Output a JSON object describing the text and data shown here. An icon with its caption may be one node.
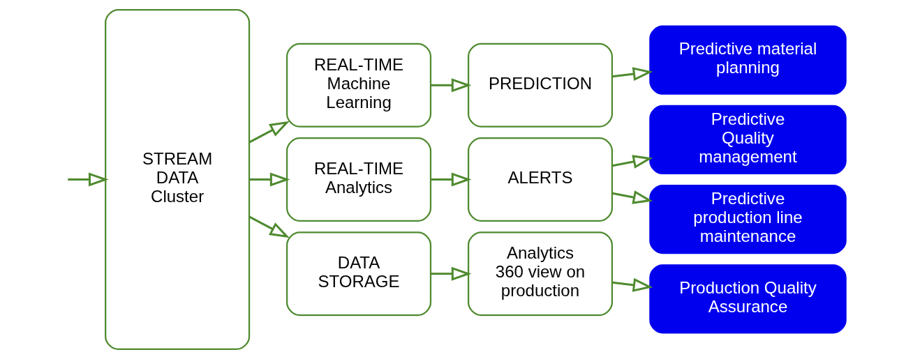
{
  "diagram": {
    "nodes": [
      {
        "text": [
          "STREAM DATA Cluster"
        ]
      },
      {
        "text": [
          "REAL-TIME Machine Learning"
        ]
      },
      {
        "text": [
          "REAL-TIME Analytics"
        ]
      },
      {
        "text": [
          "DATA STORAGE"
        ]
      },
      {
        "text": [
          "PREDICTION"
        ]
      },
      {
        "text": [
          "ALERTS"
        ]
      },
      {
        "text": [
          "Analytics 360 view on production"
        ]
      },
      {
        "text": [
          "Predictive material planning"
        ]
      },
      {
        "text": [
          "Predictive Quality management"
        ]
      },
      {
        "text": [
          "Predictive production line maintenance"
        ]
      },
      {
        "text": [
          "Production Quality Assurance"
        ]
      }
    ],
    "edges": [
      {
        "from": null,
        "to": 0,
        "arrow": "to"
      },
      {
        "from": 0,
        "to": 1,
        "arrow": "to"
      },
      {
        "from": 0,
        "to": 2,
        "arrow": "to"
      },
      {
        "from": 0,
        "to": 3,
        "arrow": "to"
      },
      {
        "from": 1,
        "to": 4,
        "arrow": "to"
      },
      {
        "from": 2,
        "to": 5,
        "arrow": "to"
      },
      {
        "from": 3,
        "to": 6,
        "arrow": "to"
      },
      {
        "from": 4,
        "to": 7,
        "arrow": "to"
      },
      {
        "from": 5,
        "to": 8,
        "arrow": "to"
      },
      {
        "from": 5,
        "to": 9,
        "arrow": "to"
      },
      {
        "from": 6,
        "to": 10,
        "arrow": "to"
      }
    ]
  }
}
